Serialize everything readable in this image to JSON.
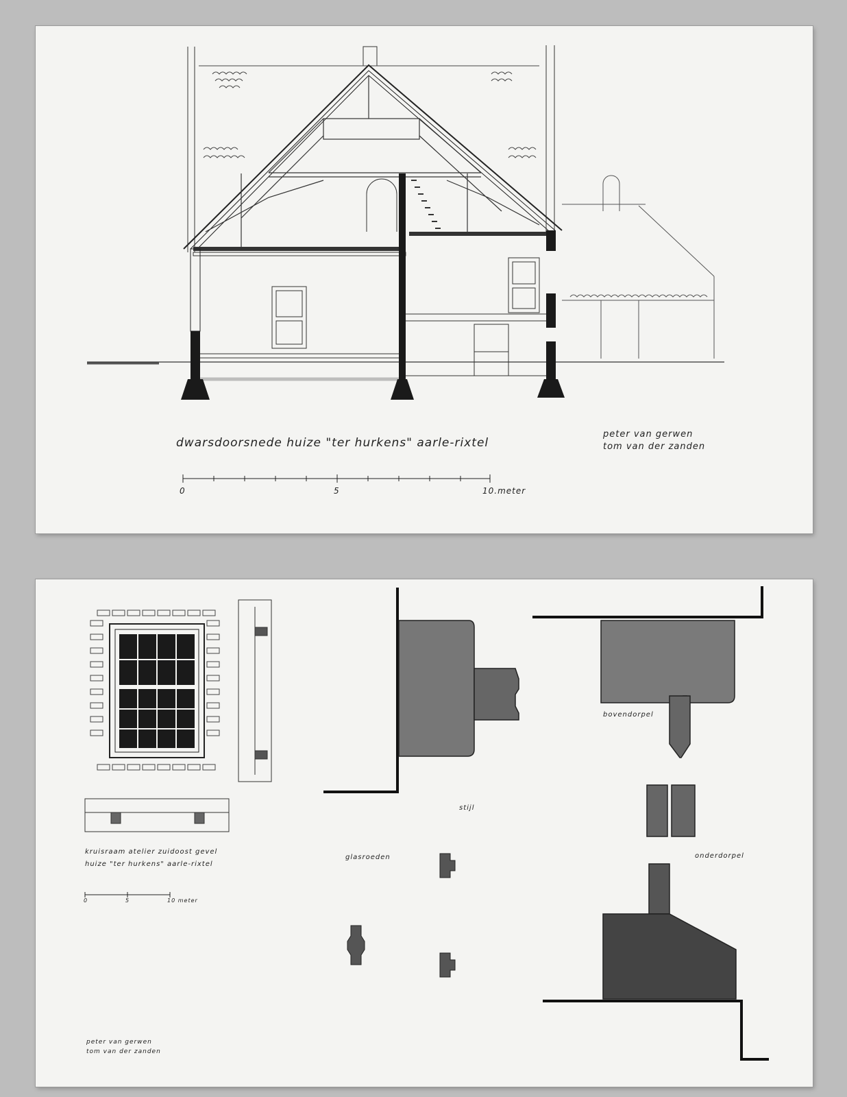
{
  "top_drawing": {
    "title": "dwarsdoorsnede huize \"ter hurkens\" aarle-rixtel",
    "authors": [
      "peter van gerwen",
      "tom van der zanden"
    ],
    "scale_labels": [
      "0",
      "5",
      "10.meter"
    ]
  },
  "bottom_drawing": {
    "title_line1": "kruisraam atelier zuidoost gevel",
    "title_line2": "huize \"ter hurkens\" aarle-rixtel",
    "scale_labels": [
      "0",
      "5",
      "10 meter"
    ],
    "detail_labels": {
      "stijl": "stijl",
      "bovendorpel": "bovendorpel",
      "onderdorpel": "onderdorpel",
      "glasroeden": "glasroeden"
    },
    "authors": [
      "peter van gerwen",
      "tom van der zanden"
    ]
  }
}
